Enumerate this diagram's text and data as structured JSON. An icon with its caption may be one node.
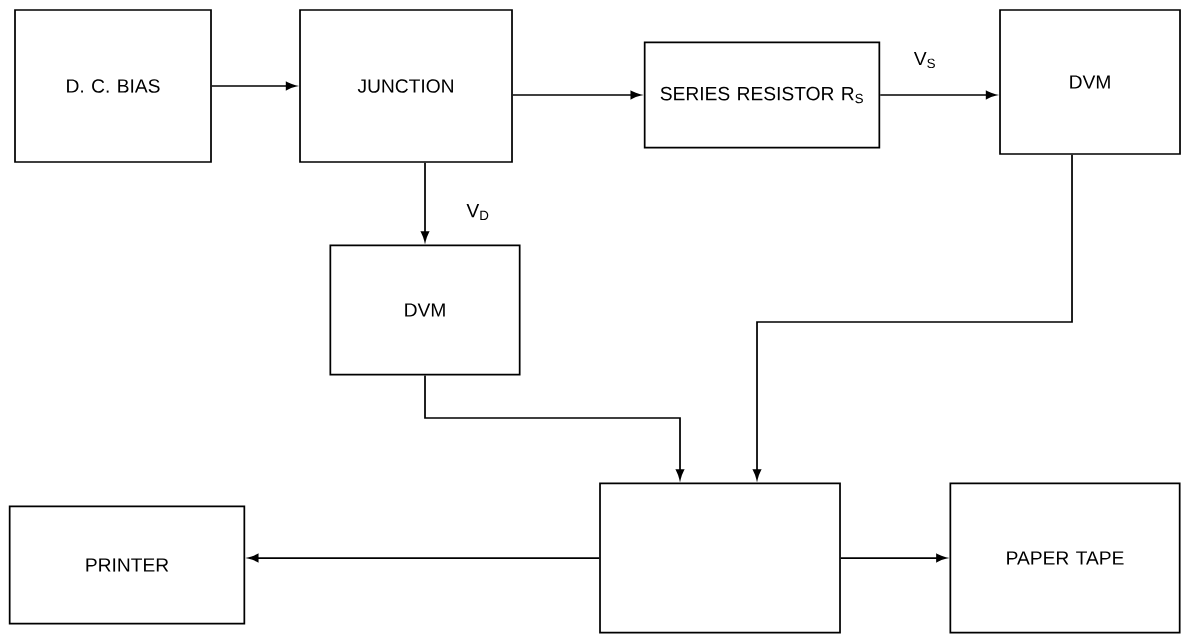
{
  "diagram": {
    "nodes": [
      {
        "text": [
          "D. C. BIAS"
        ]
      },
      {
        "text": [
          "JUNCTION"
        ]
      },
      {
        "text": [
          "SERIES RESISTOR R$_{S}$"
        ]
      },
      {
        "text": [
          "DVM"
        ]
      },
      {
        "text": [
          "DVM"
        ]
      },
      {
        "text": [],
        "shape": "box"
      },
      {
        "text": [
          "PRINTER"
        ]
      },
      {
        "text": [
          "PAPER TAPE"
        ]
      }
    ],
    "edges": [
      {
        "from": 0,
        "to": 1,
        "arrow": "to"
      },
      {
        "from": 1,
        "to": 2,
        "arrow": "to"
      },
      {
        "from": 2,
        "to": 3,
        "arrow": "to",
        "label": "V$_{S}$"
      },
      {
        "from": 1,
        "to": 4,
        "arrow": "to",
        "label": "V$_{D}$"
      },
      {
        "from": 4,
        "to": 5,
        "arrow": "to"
      },
      {
        "from": 3,
        "to": 5,
        "arrow": "to"
      },
      {
        "from": 5,
        "to": 6,
        "arrow": "to"
      },
      {
        "from": 5,
        "to": 7,
        "arrow": "to"
      }
    ]
  }
}
